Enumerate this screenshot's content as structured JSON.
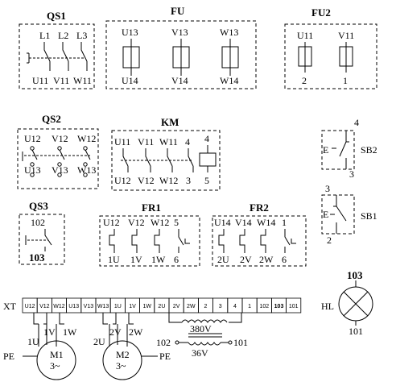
{
  "qs1": {
    "title": "QS1",
    "top": [
      "L1",
      "L2",
      "L3"
    ],
    "bottom": [
      "U11",
      "V11",
      "W11"
    ]
  },
  "fu": {
    "title": "FU",
    "top": [
      "U13",
      "V13",
      "W13"
    ],
    "bottom": [
      "U14",
      "V14",
      "W14"
    ]
  },
  "fu2": {
    "title": "FU2",
    "top": [
      "U11",
      "V11"
    ],
    "bottom": [
      "2",
      "1"
    ]
  },
  "qs2": {
    "title": "QS2",
    "top": [
      "U12",
      "V12",
      "W12"
    ],
    "bottom": [
      "U13",
      "V13",
      "W13"
    ]
  },
  "km": {
    "title": "KM",
    "top": [
      "U11",
      "V11",
      "W11",
      "4",
      "4"
    ],
    "bottom": [
      "U12",
      "V12",
      "W12",
      "3",
      "5"
    ]
  },
  "sb2": {
    "label": "SB2",
    "top": "4",
    "bottom": "3",
    "e": "E"
  },
  "sb1": {
    "label": "SB1",
    "top": "3",
    "bottom": "2",
    "e": "E"
  },
  "qs3": {
    "title": "QS3",
    "top": "102",
    "bottom": "103"
  },
  "fr1": {
    "title": "FR1",
    "top": [
      "U12",
      "V12",
      "W12",
      "5"
    ],
    "bottom": [
      "1U",
      "1V",
      "1W",
      "6"
    ]
  },
  "fr2": {
    "title": "FR2",
    "top": [
      "U14",
      "V14",
      "W14",
      "1"
    ],
    "bottom": [
      "2U",
      "2V",
      "2W",
      "6"
    ]
  },
  "hl": {
    "label": "HL",
    "top": "103",
    "bottom": "101"
  },
  "xt": {
    "label": "XT",
    "terminals": [
      "U12",
      "V12",
      "W12",
      "U13",
      "V13",
      "W13",
      "1U",
      "1V",
      "1W",
      "2U",
      "2V",
      "2W",
      "2",
      "3",
      "4",
      "1",
      "102",
      "103",
      "101"
    ]
  },
  "m1": {
    "name": "M1",
    "phase": "3~",
    "pe": "PE",
    "terms": [
      "1U",
      "1V",
      "1W"
    ]
  },
  "m2": {
    "name": "M2",
    "phase": "3~",
    "pe": "PE",
    "terms": [
      "2U",
      "2V",
      "2W"
    ]
  },
  "transformer": {
    "primary": "380V",
    "secondary": "36V",
    "left": "102",
    "right": "101"
  }
}
